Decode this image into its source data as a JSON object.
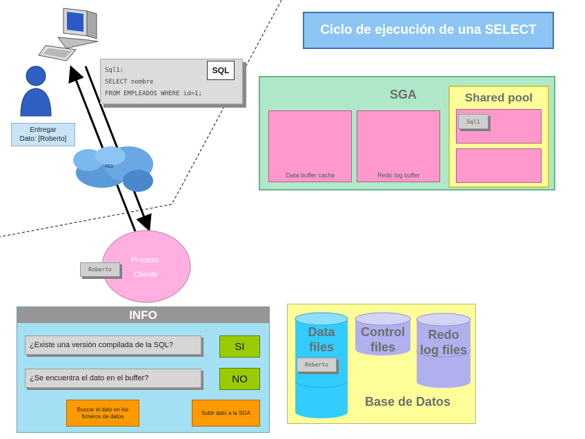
{
  "title": "Ciclo de ejecución de una SELECT",
  "sql_card": {
    "line1": "Sql1:",
    "line2": "SELECT nombre",
    "line3": "FROM EMPLEADOS WHERE id=1;",
    "logo": "SQL"
  },
  "user": {
    "label_line1": "Entregar",
    "label_line2": "Dato: [Roberto]"
  },
  "network": {
    "label": "RED"
  },
  "process": {
    "line1": "Proceso",
    "line2": "Cliente",
    "chip": "Roberto"
  },
  "sga": {
    "label": "SGA",
    "data_buffer_cache": "Data buffer cache",
    "redo_log_buffer": "Redo log buffer",
    "shared_pool": {
      "label": "Shared pool",
      "chip": "Sql1"
    }
  },
  "info": {
    "header": "INFO",
    "question1": "¿Existe una versión compilada de la SQL?",
    "answer1": "SI",
    "question2": "¿Se encuentra el dato en el buffer?",
    "answer2": "NO",
    "step1": "Buscar el dato en los ficheros de datos",
    "step2": "Subir dato a la SGA"
  },
  "database": {
    "label": "Base de Datos",
    "data_files": "Data files",
    "control_files": "Control files",
    "redo_log_files": "Redo log files",
    "chip": "Roberto"
  },
  "colors": {
    "title_fill": "#8cc4f4",
    "sga_fill": "#aee8c8",
    "buffer_fill": "#ff99cc",
    "shared_pool_fill": "#ffff99",
    "info_fill": "#a4e0f4",
    "answer_fill": "#99cc00",
    "step_fill": "#ff9a00",
    "cylinder_cyan": "#33ccff",
    "cylinder_lavender": "#b0b0ee",
    "process_fill": "#ffb0e0"
  }
}
